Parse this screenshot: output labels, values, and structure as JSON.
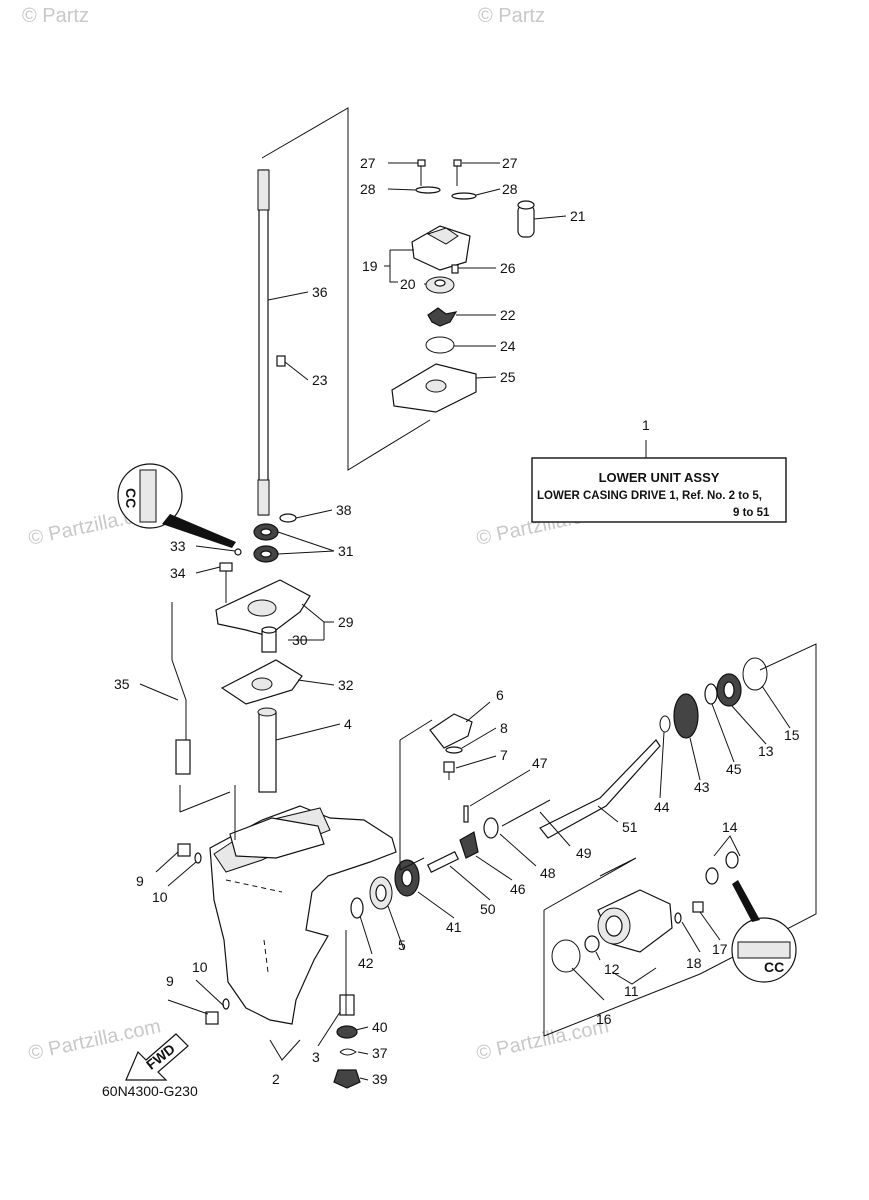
{
  "watermark": {
    "brand": "© Partzilla",
    "brand_short": "© Partz",
    "brand_com": "© Partzilla.com"
  },
  "assembly_box": {
    "ref": "1",
    "title": "LOWER UNIT ASSY",
    "line1": "LOWER CASING DRIVE 1,   Ref. No. 2 to 5,",
    "line2": "9 to 51"
  },
  "diagram_code": "60N4300-G230",
  "fwd_label": "FWD",
  "inset_marks": {
    "top": "CC",
    "bottom": "CC"
  },
  "callouts": {
    "c2": "2",
    "c3": "3",
    "c4": "4",
    "c5": "5",
    "c6": "6",
    "c7": "7",
    "c8": "8",
    "c9a": "9",
    "c9b": "9",
    "c10a": "10",
    "c10b": "10",
    "c11": "11",
    "c12": "12",
    "c13": "13",
    "c14": "14",
    "c15": "15",
    "c16": "16",
    "c17": "17",
    "c18": "18",
    "c19": "19",
    "c20": "20",
    "c21": "21",
    "c22": "22",
    "c23": "23",
    "c24": "24",
    "c25": "25",
    "c26": "26",
    "c27a": "27",
    "c27b": "27",
    "c28a": "28",
    "c28b": "28",
    "c29": "29",
    "c30": "30",
    "c31": "31",
    "c32": "32",
    "c33": "33",
    "c34": "34",
    "c35": "35",
    "c36": "36",
    "c37": "37",
    "c38": "38",
    "c39": "39",
    "c40": "40",
    "c41": "41",
    "c42": "42",
    "c43": "43",
    "c44": "44",
    "c45": "45",
    "c46": "46",
    "c47": "47",
    "c48": "48",
    "c49": "49",
    "c50": "50",
    "c51": "51"
  }
}
